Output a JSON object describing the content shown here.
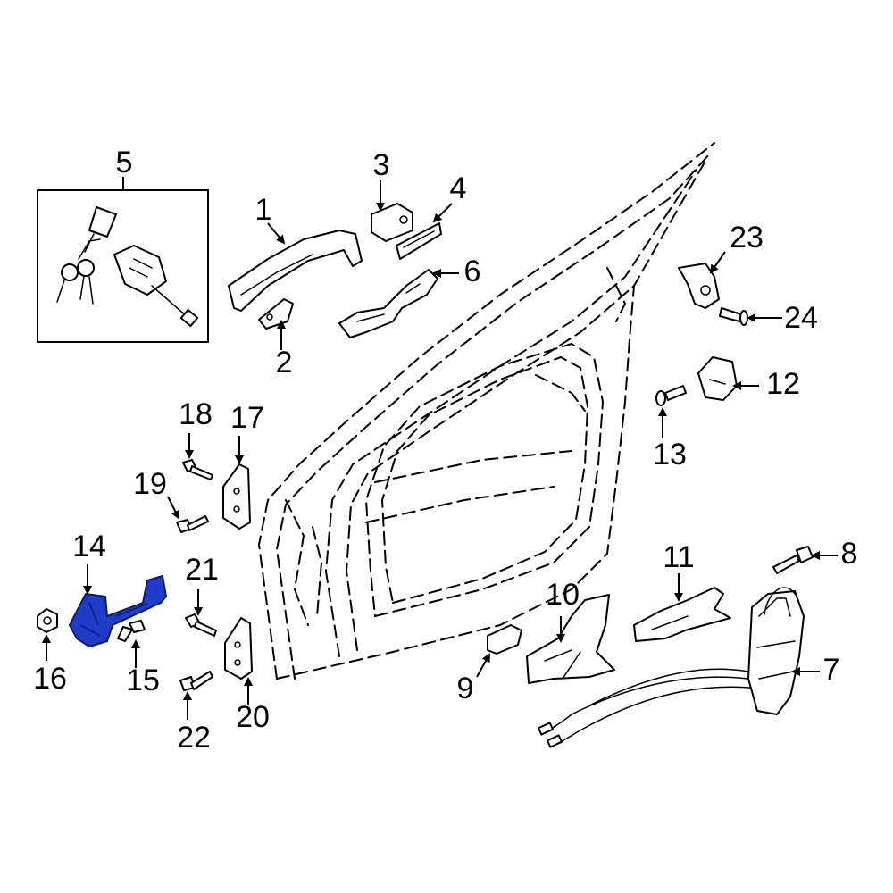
{
  "diagram": {
    "highlight_color": "#1f3cc8",
    "highlighted_part": "14",
    "callouts": [
      {
        "id": "c1",
        "label": "1"
      },
      {
        "id": "c2",
        "label": "2"
      },
      {
        "id": "c3",
        "label": "3"
      },
      {
        "id": "c4",
        "label": "4"
      },
      {
        "id": "c5",
        "label": "5"
      },
      {
        "id": "c6",
        "label": "6"
      },
      {
        "id": "c7",
        "label": "7"
      },
      {
        "id": "c8",
        "label": "8"
      },
      {
        "id": "c9",
        "label": "9"
      },
      {
        "id": "c10",
        "label": "10"
      },
      {
        "id": "c11",
        "label": "11"
      },
      {
        "id": "c12",
        "label": "12"
      },
      {
        "id": "c13",
        "label": "13"
      },
      {
        "id": "c14",
        "label": "14"
      },
      {
        "id": "c15",
        "label": "15"
      },
      {
        "id": "c16",
        "label": "16"
      },
      {
        "id": "c17",
        "label": "17"
      },
      {
        "id": "c18",
        "label": "18"
      },
      {
        "id": "c19",
        "label": "19"
      },
      {
        "id": "c20",
        "label": "20"
      },
      {
        "id": "c21",
        "label": "21"
      },
      {
        "id": "c22",
        "label": "22"
      },
      {
        "id": "c23",
        "label": "23"
      },
      {
        "id": "c24",
        "label": "24"
      }
    ]
  }
}
